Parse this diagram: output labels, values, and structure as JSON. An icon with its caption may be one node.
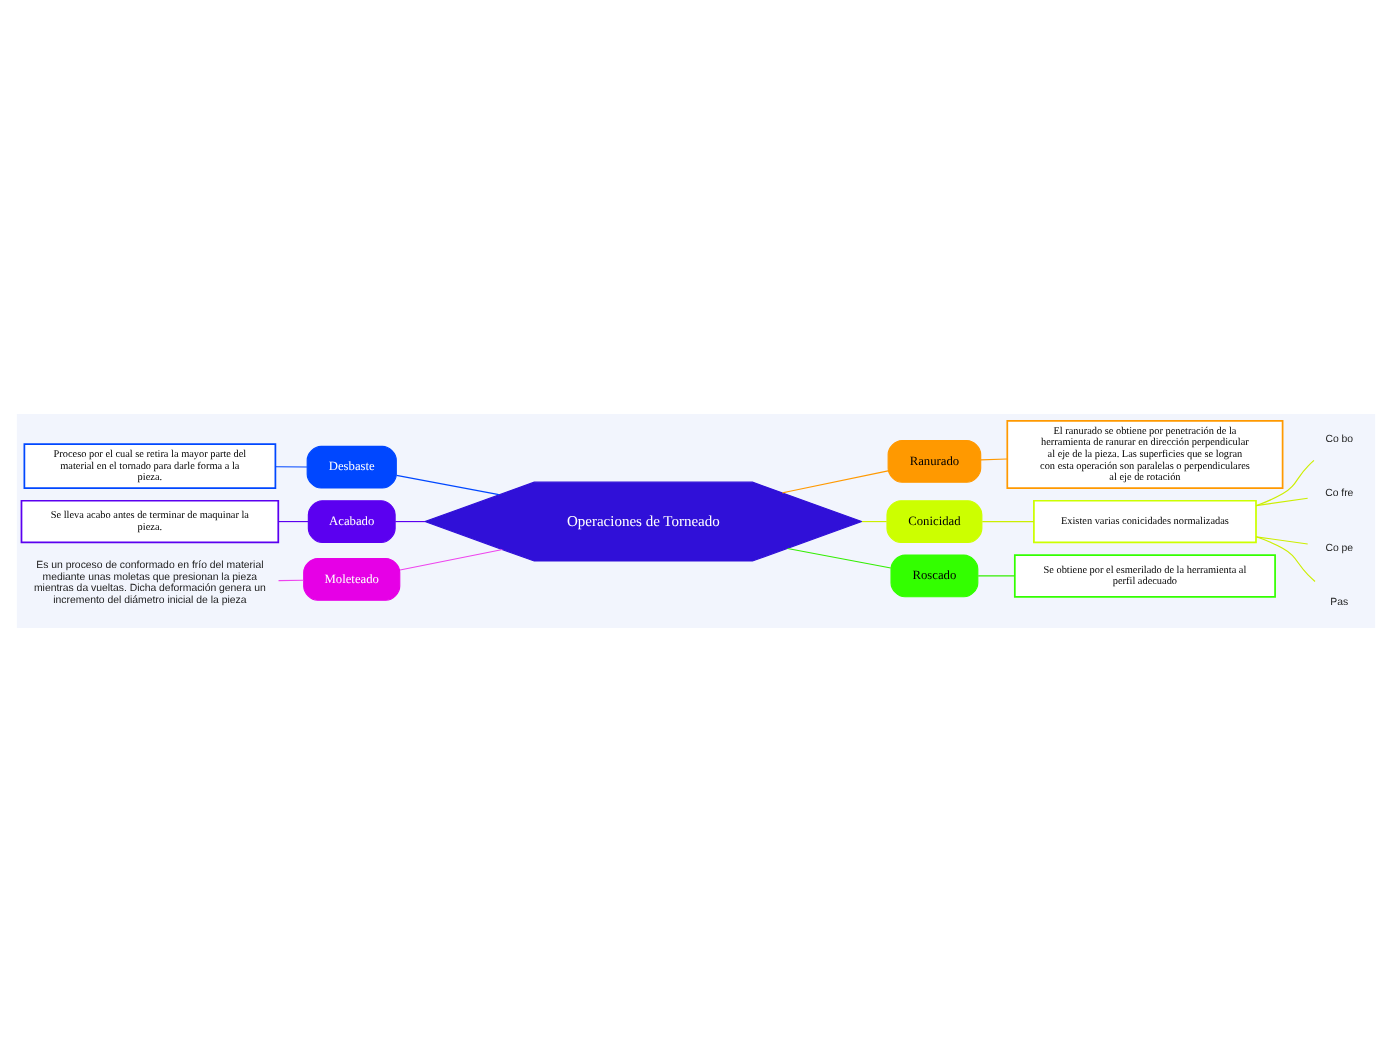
{
  "diagram": {
    "nodes": [
      {
        "text": [
          "Operaciones de Torneado"
        ]
      },
      {
        "text": [
          "Desbaste"
        ]
      },
      {
        "text": [
          "Proceso por el cual se retira la mayor parte del material en el tornado para darle forma a la pieza."
        ]
      },
      {
        "text": [
          "Acabado"
        ]
      },
      {
        "text": [
          "Se lleva acabo antes de terminar de maquinar la pieza."
        ]
      },
      {
        "text": [
          "Moleteado"
        ]
      },
      {
        "text": [
          "Es un proceso de conformado en frío del material mediante unas moletas que presionan la pieza mientras da vueltas. Dicha deformación genera un incremento del diámetro inicial de la pieza"
        ]
      },
      {
        "text": [
          "Ranurado"
        ]
      },
      {
        "text": [
          "El ranurado se obtiene por penetración de la herramienta de ranurar en dirección perpendicular al eje de la pieza. Las superficies que se logran con esta operación son paralelas o perpendiculares al eje de rotación"
        ]
      },
      {
        "text": [
          "Conicidad"
        ]
      },
      {
        "text": [
          "Existen varias conicidades normalizadas"
        ]
      },
      {
        "text": [
          "Co bo"
        ]
      },
      {
        "text": [
          "Co fre"
        ]
      },
      {
        "text": [
          "Co pe"
        ]
      },
      {
        "text": [
          "Pas"
        ]
      },
      {
        "text": [
          "Roscado"
        ]
      },
      {
        "text": [
          "Se obtiene por el esmerilado de la herramienta al perfil adecuado"
        ]
      }
    ],
    "edges": [
      {
        "from": 0,
        "to": 1,
        "arrow": "none",
        "color": "#0047ff"
      },
      {
        "from": 1,
        "to": 2,
        "arrow": "none",
        "color": "#0047ff"
      },
      {
        "from": 0,
        "to": 3,
        "arrow": "none",
        "color": "#5b00f0"
      },
      {
        "from": 3,
        "to": 4,
        "arrow": "none",
        "color": "#5b00f0"
      },
      {
        "from": 0,
        "to": 5,
        "arrow": "none",
        "color": "#ee44ee"
      },
      {
        "from": 5,
        "to": 6,
        "arrow": "none",
        "color": "#ee44ee"
      },
      {
        "from": 0,
        "to": 7,
        "arrow": "none",
        "color": "#ff9900"
      },
      {
        "from": 7,
        "to": 8,
        "arrow": "none",
        "color": "#ff9900"
      },
      {
        "from": 0,
        "to": 9,
        "arrow": "none",
        "color": "#ccee00"
      },
      {
        "from": 9,
        "to": 10,
        "arrow": "none",
        "color": "#ccee00"
      },
      {
        "from": 10,
        "to": 11,
        "arrow": "none",
        "color": "#ccee00"
      },
      {
        "from": 10,
        "to": 12,
        "arrow": "none",
        "color": "#ccee00"
      },
      {
        "from": 10,
        "to": 13,
        "arrow": "none",
        "color": "#ccee00"
      },
      {
        "from": 10,
        "to": 14,
        "arrow": "none",
        "color": "#ccee00"
      },
      {
        "from": 0,
        "to": 15,
        "arrow": "none",
        "color": "#33ee00"
      },
      {
        "from": 15,
        "to": 16,
        "arrow": "none",
        "color": "#33ee00"
      }
    ]
  }
}
